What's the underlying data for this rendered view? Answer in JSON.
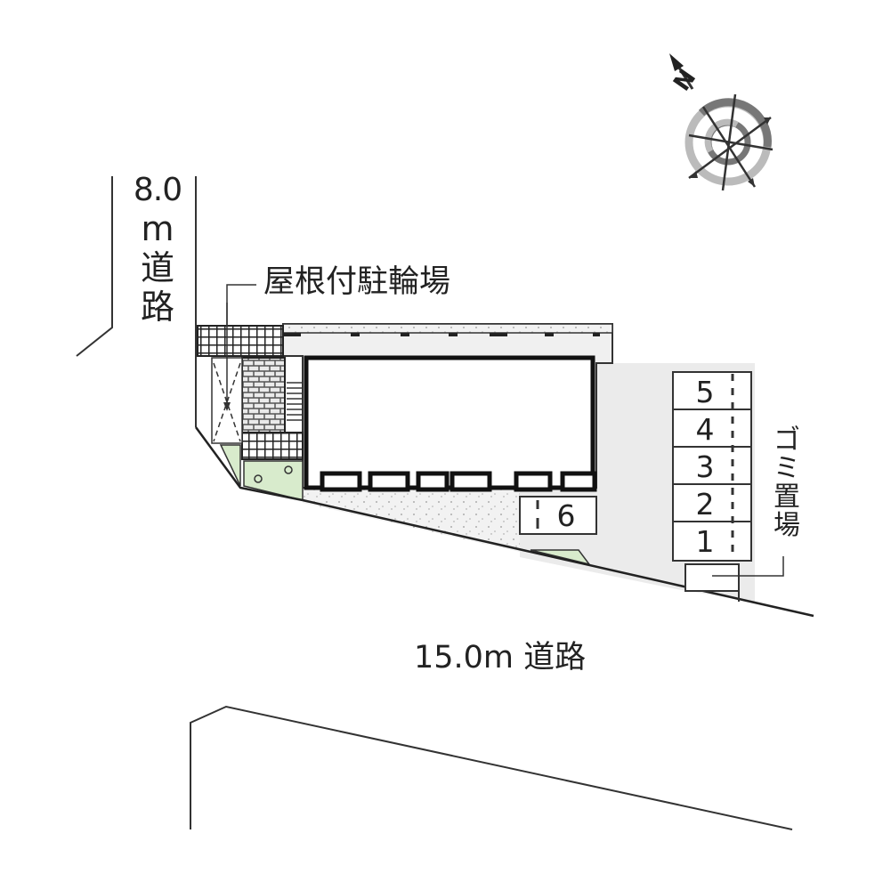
{
  "map": {
    "compass": {
      "label": "N",
      "icon": "north-arrow-compass"
    },
    "roads": {
      "side_road": {
        "width": "8.0",
        "unit": "m",
        "chars": [
          "道",
          "路"
        ]
      },
      "front_road": {
        "label": "15.0m 道路"
      }
    },
    "labels": {
      "bicycle_parking": "屋根付駐輪場",
      "garbage_area": [
        "ゴ",
        "ミ",
        "置",
        "場"
      ]
    },
    "parking_slots": [
      {
        "number": "5"
      },
      {
        "number": "4"
      },
      {
        "number": "3"
      },
      {
        "number": "2"
      },
      {
        "number": "1"
      },
      {
        "number": "6"
      }
    ],
    "colors": {
      "line": "#222222",
      "paving": "#eeeeee",
      "greenery": "#d8ebcc",
      "compass_dark": "#777777",
      "compass_light": "#bbbbbb"
    }
  }
}
